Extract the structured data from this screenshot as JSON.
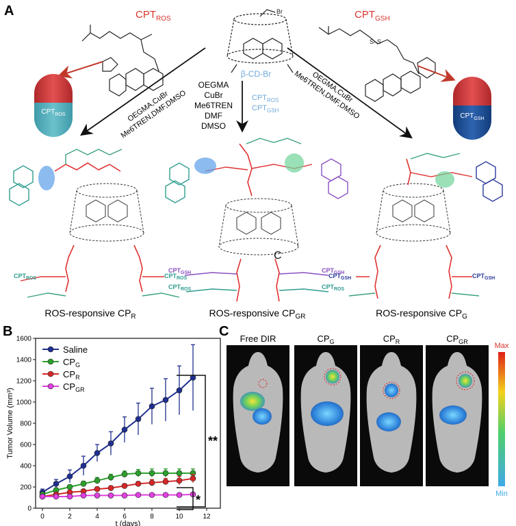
{
  "panels": {
    "a": {
      "letter": "A",
      "cpt_ros": "CPT",
      "cpt_ros_sub": "ROS",
      "cpt_gsh": "CPT",
      "cpt_gsh_sub": "GSH",
      "cd_label": "β-CD-Br",
      "center_reagents": [
        "OEGMA",
        "CuBr",
        "Me6TREN",
        "DMF",
        "DMSO"
      ],
      "center_monomers": [
        "CPT",
        "CPT"
      ],
      "center_monomer_subs": [
        "ROS",
        "GSH"
      ],
      "left_arrow_line1": "OEGMA,CuBr",
      "left_arrow_line2": "Me6TREN,DMF,DMSO",
      "right_arrow_line1": "OEGMA,CuBr",
      "right_arrow_line2": "Me6TREN,DMF,DMSO",
      "capsule_left_label": "CPT",
      "capsule_left_sub": "ROS",
      "capsule_right_label": "CPT",
      "capsule_right_sub": "GSH",
      "side_labels_left": [
        "CPT",
        "CPT"
      ],
      "side_labels_left_subs": [
        "ROS",
        "ROS"
      ],
      "side_labels_mid": [
        "CPT",
        "CPT",
        "CPT",
        "CPT"
      ],
      "side_labels_mid_subs": [
        "GSH",
        "GSH",
        "ROS",
        "ROS"
      ],
      "side_labels_right": [
        "CPT",
        "CPT"
      ],
      "side_labels_right_subs": [
        "GSH",
        "GSH"
      ],
      "structure_captions": [
        {
          "text": "ROS-responsive CP",
          "sub": "R"
        },
        {
          "text": "ROS-responsive CP",
          "sub": "GR"
        },
        {
          "text": "ROS-responsive CP",
          "sub": "G"
        }
      ],
      "mid_annotation": "C"
    },
    "b": {
      "letter": "B",
      "significance": [
        "**",
        "*"
      ]
    },
    "c": {
      "letter": "C",
      "mouse_labels": [
        {
          "text": "Free DIR",
          "sub": ""
        },
        {
          "text": "CP",
          "sub": "G"
        },
        {
          "text": "CP",
          "sub": "R"
        },
        {
          "text": "CP",
          "sub": "GR"
        }
      ],
      "scale_max": "Max",
      "scale_min": "Min"
    }
  },
  "chart_data": {
    "type": "line",
    "xlabel": "t (days)",
    "ylabel": "Tumor Volume (mm³)",
    "xlim": [
      -0.5,
      13
    ],
    "ylim": [
      0,
      1600
    ],
    "xticks": [
      0,
      2,
      4,
      6,
      8,
      10,
      12
    ],
    "yticks": [
      0,
      200,
      400,
      600,
      800,
      1000,
      1200,
      1400,
      1600
    ],
    "grid": false,
    "legend": "top-left",
    "x": [
      0,
      1,
      2,
      3,
      4,
      5,
      6,
      7,
      8,
      9,
      10,
      11
    ],
    "series": [
      {
        "name": "Saline",
        "sub": "",
        "color": "#1f2f8f",
        "values": [
          150,
          230,
          300,
          400,
          520,
          610,
          740,
          840,
          960,
          1020,
          1110,
          1230
        ],
        "errors": [
          30,
          40,
          60,
          90,
          80,
          110,
          120,
          150,
          170,
          200,
          230,
          310
        ]
      },
      {
        "name": "CP",
        "sub": "G",
        "color": "#2ca02c",
        "values": [
          130,
          170,
          200,
          230,
          260,
          290,
          320,
          330,
          330,
          330,
          330,
          330
        ],
        "errors": [
          15,
          20,
          20,
          25,
          30,
          30,
          30,
          35,
          40,
          40,
          40,
          40
        ]
      },
      {
        "name": "CP",
        "sub": "R",
        "color": "#d62728",
        "values": [
          110,
          130,
          150,
          160,
          180,
          190,
          210,
          230,
          240,
          250,
          260,
          280
        ],
        "errors": [
          10,
          15,
          15,
          15,
          20,
          20,
          20,
          20,
          30,
          30,
          40,
          40
        ]
      },
      {
        "name": "CP",
        "sub": "GR",
        "color": "#e040e0",
        "values": [
          110,
          110,
          110,
          120,
          120,
          120,
          120,
          125,
          125,
          125,
          125,
          130
        ],
        "errors": [
          10,
          10,
          10,
          10,
          10,
          10,
          10,
          10,
          10,
          10,
          10,
          10
        ]
      }
    ]
  }
}
